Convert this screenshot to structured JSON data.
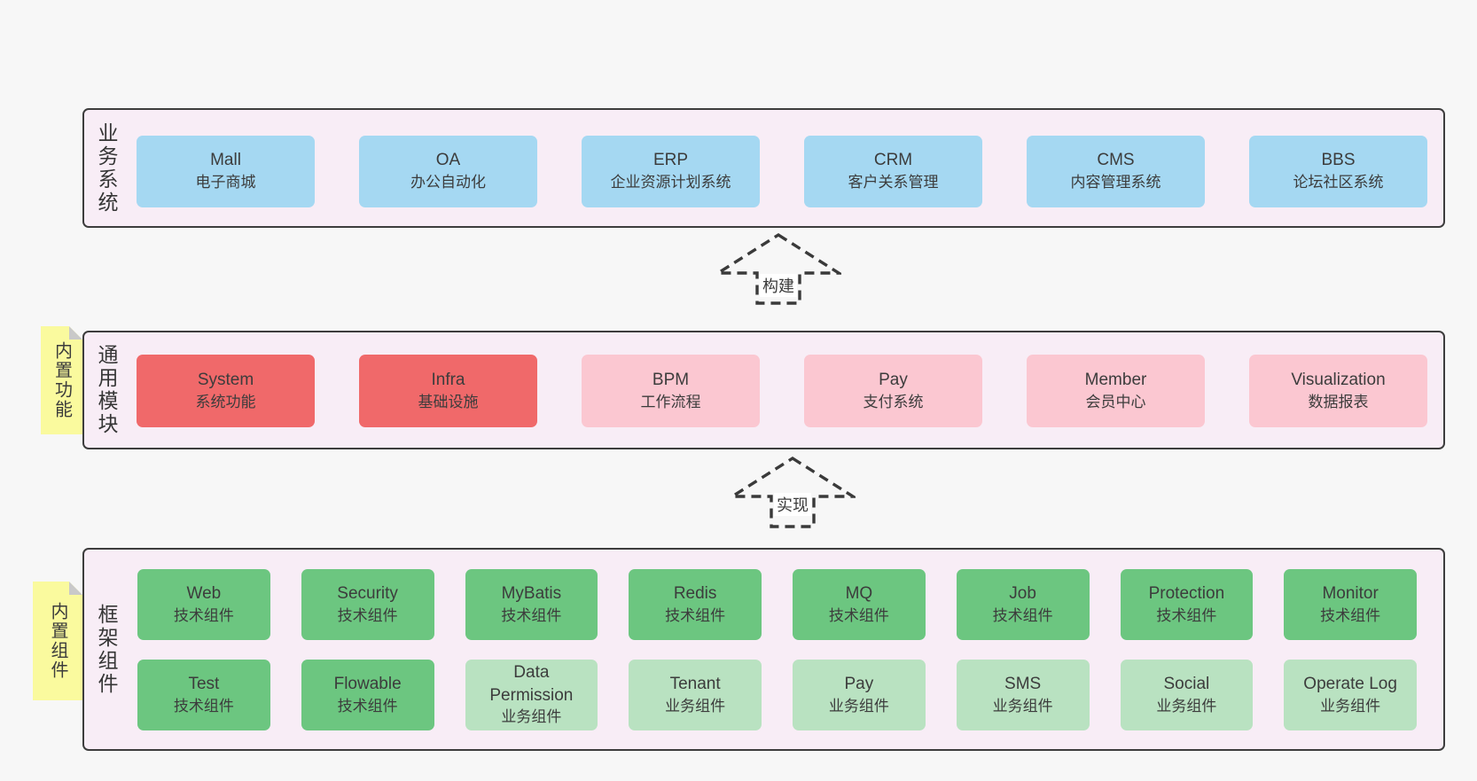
{
  "arrows": {
    "build": "构建",
    "implement": "实现"
  },
  "layers": {
    "business": {
      "side_label": "业务系统",
      "boxes": [
        {
          "name": "Mall",
          "desc": "电子商城"
        },
        {
          "name": "OA",
          "desc": "办公自动化"
        },
        {
          "name": "ERP",
          "desc": "企业资源计划系统"
        },
        {
          "name": "CRM",
          "desc": "客户关系管理"
        },
        {
          "name": "CMS",
          "desc": "内容管理系统"
        },
        {
          "name": "BBS",
          "desc": "论坛社区系统"
        }
      ]
    },
    "common": {
      "side_label": "通用模块",
      "note": "内置功能",
      "boxes": [
        {
          "name": "System",
          "desc": "系统功能"
        },
        {
          "name": "Infra",
          "desc": "基础设施"
        },
        {
          "name": "BPM",
          "desc": "工作流程"
        },
        {
          "name": "Pay",
          "desc": "支付系统"
        },
        {
          "name": "Member",
          "desc": "会员中心"
        },
        {
          "name": "Visualization",
          "desc": "数据报表"
        }
      ]
    },
    "framework": {
      "side_label": "框架组件",
      "note": "内置组件",
      "row1": [
        {
          "name": "Web",
          "desc": "技术组件"
        },
        {
          "name": "Security",
          "desc": "技术组件"
        },
        {
          "name": "MyBatis",
          "desc": "技术组件"
        },
        {
          "name": "Redis",
          "desc": "技术组件"
        },
        {
          "name": "MQ",
          "desc": "技术组件"
        },
        {
          "name": "Job",
          "desc": "技术组件"
        },
        {
          "name": "Protection",
          "desc": "技术组件"
        },
        {
          "name": "Monitor",
          "desc": "技术组件"
        }
      ],
      "row2": [
        {
          "name": "Test",
          "desc": "技术组件"
        },
        {
          "name": "Flowable",
          "desc": "技术组件"
        },
        {
          "name": "Data Permission",
          "desc": "业务组件"
        },
        {
          "name": "Tenant",
          "desc": "业务组件"
        },
        {
          "name": "Pay",
          "desc": "业务组件"
        },
        {
          "name": "SMS",
          "desc": "业务组件"
        },
        {
          "name": "Social",
          "desc": "业务组件"
        },
        {
          "name": "Operate Log",
          "desc": "业务组件"
        }
      ]
    }
  },
  "colors": {
    "page_bg": "#f7f7f7",
    "layer_bg": "#f8edf6",
    "layer_border": "#3d3d3d",
    "business_box": "#a5d8f2",
    "core_module_box": "#f0696a",
    "optional_module_box": "#fbc7d1",
    "tech_component_box": "#6cc680",
    "biz_component_box": "#b9e2c1",
    "note_bg": "#fafa9e",
    "note_fold": "#c9c9c9",
    "arrow_stroke": "#3a3a3a"
  }
}
